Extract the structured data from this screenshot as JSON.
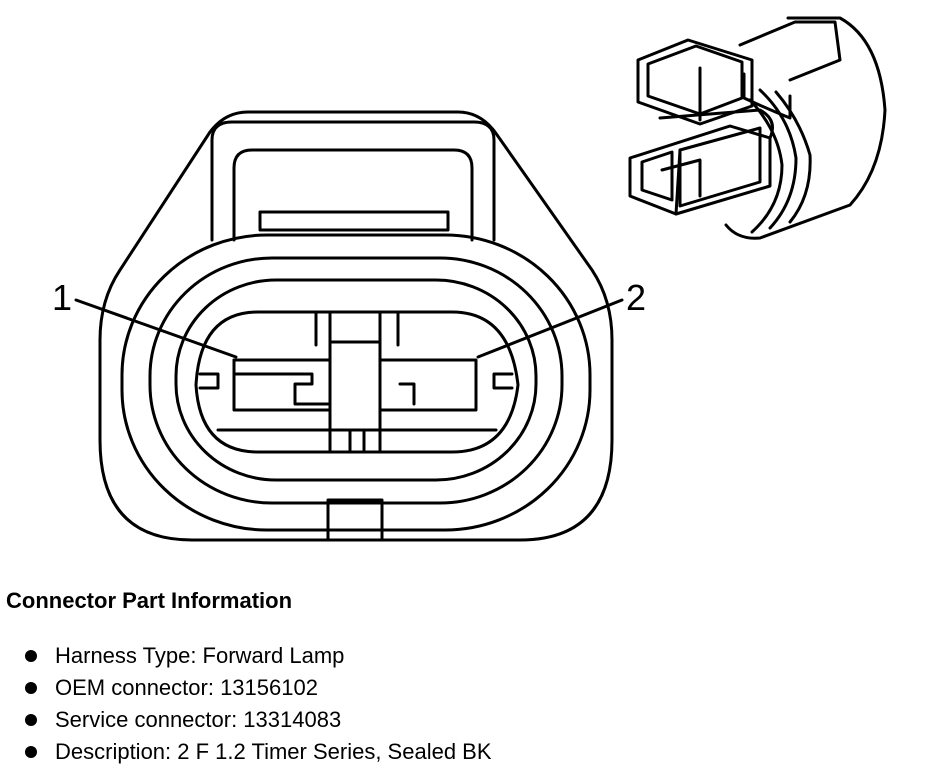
{
  "pins": {
    "pin1": "1",
    "pin2": "2"
  },
  "info": {
    "title": "Connector Part Information",
    "items": [
      "Harness Type: Forward Lamp",
      "OEM connector: 13156102",
      "Service connector: 13314083",
      "Description: 2 F 1.2 Timer Series, Sealed BK"
    ]
  }
}
